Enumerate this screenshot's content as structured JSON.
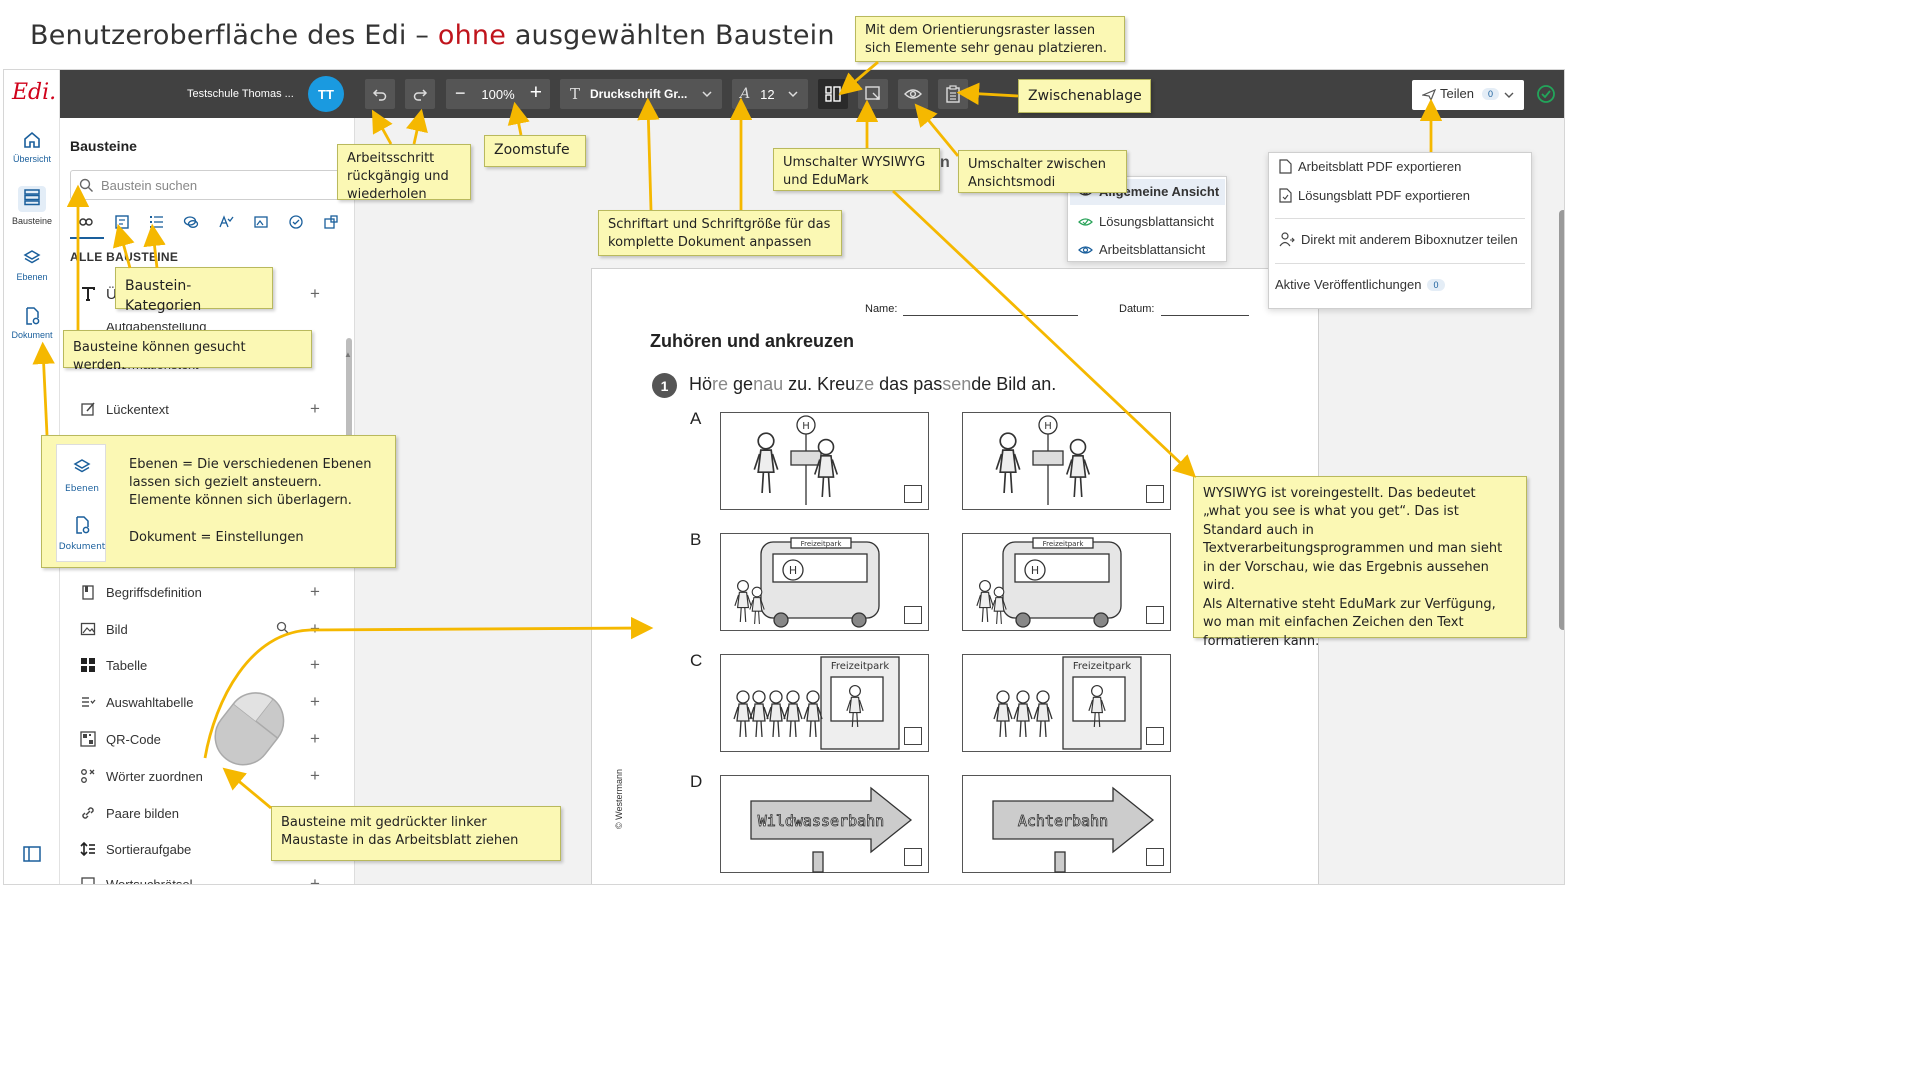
{
  "slide": {
    "title_prefix": "Benutzeroberfläche des Edi – ",
    "title_highlight": "ohne",
    "title_suffix": " ausgewählten Baustein"
  },
  "app": {
    "logo": "Edi.",
    "rail": [
      {
        "label": "Übersicht",
        "icon": "home-icon"
      },
      {
        "label": "Bausteine",
        "icon": "blocks-icon"
      },
      {
        "label": "Ebenen",
        "icon": "layers-icon"
      },
      {
        "label": "Dokument",
        "icon": "document-settings-icon"
      }
    ],
    "toolbar": {
      "school": "Testschule Thomas ...",
      "avatar": "TT",
      "zoom": "100%",
      "zoom_minus": "−",
      "zoom_plus": "+",
      "font": "Druckschrift Gr...",
      "font_size": "12",
      "share_label": "Teilen",
      "share_count": "0"
    },
    "colors": {
      "accent": "#1a5f9c",
      "avatar": "#1a9ae0",
      "toolbar": "#414141",
      "callout": "#fbf8b4",
      "arrow": "#f5b800",
      "ok": "#22a55a"
    }
  },
  "sidebar": {
    "title": "Bausteine",
    "search_placeholder": "Baustein suchen",
    "section_label": "ALLE BAUSTEINE",
    "blocks": [
      {
        "label": "Üb",
        "icon": "text-icon"
      },
      {
        "label": "Aufgabenstellung",
        "icon": "task-icon"
      },
      {
        "label": "Informationstext",
        "icon": "info-text-icon"
      },
      {
        "label": "Lückentext",
        "icon": "gap-text-icon"
      },
      {
        "label": "Begriffsdefinition",
        "icon": "definition-icon"
      },
      {
        "label": "Bild",
        "icon": "image-icon"
      },
      {
        "label": "Tabelle",
        "icon": "table-icon"
      },
      {
        "label": "Auswahltabelle",
        "icon": "choice-table-icon"
      },
      {
        "label": "QR-Code",
        "icon": "qr-code-icon"
      },
      {
        "label": "Wörter zuordnen",
        "icon": "match-words-icon"
      },
      {
        "label": "Paare bilden",
        "icon": "pairs-icon"
      },
      {
        "label": "Sortieraufgabe",
        "icon": "sort-icon"
      },
      {
        "label": "Wortsuchrätsel",
        "icon": "word-search-icon"
      }
    ],
    "plus": "+"
  },
  "view_menu": {
    "items": [
      "Allgemeine Ansicht",
      "Lösungsblattansicht",
      "Arbeitsblattansicht"
    ]
  },
  "share_menu": {
    "items": [
      "Arbeitsblatt PDF exportieren",
      "Lösungsblatt PDF exportieren",
      "Direkt mit anderem Biboxnutzer teilen",
      "Aktive Veröffentlichungen"
    ],
    "active_count": "0"
  },
  "worksheet": {
    "name_label": "Name:",
    "date_label": "Datum:",
    "heading": "Zuhören und ankreuzen",
    "task_number": "1",
    "task_parts": [
      {
        "t": "Hö",
        "g": false
      },
      {
        "t": "re",
        "g": true
      },
      {
        "t": " ge",
        "g": false
      },
      {
        "t": "nau",
        "g": true
      },
      {
        "t": " zu. Kreu",
        "g": false
      },
      {
        "t": "ze",
        "g": true
      },
      {
        "t": " das pas",
        "g": false
      },
      {
        "t": "sen",
        "g": true
      },
      {
        "t": "de Bild an.",
        "g": false
      }
    ],
    "rows": [
      "A",
      "B",
      "C",
      "D"
    ],
    "sign_a": "H",
    "bus_sign": "Freizeitpark",
    "shop_sign": "Freizeitpark",
    "arrow_left": "Wildwasserbahn",
    "arrow_right": "Achterbahn",
    "copyright": "© Westermann"
  },
  "callouts": {
    "raster": "Mit dem Orientierungsraster lassen sich Elemente sehr genau platzieren.",
    "zwischenablage": "Zwischenablage",
    "arbeitsschritt": "Arbeitsschritt rückgängig und wiederholen",
    "zoomstufe": "Zoomstufe",
    "wysiwyg_switch": "Umschalter WYSIWYG und EduMark",
    "ansicht_switch": "Umschalter zwischen Ansichtsmodi",
    "schrift": "Schriftart und Schriftgröße für das komplette Dokument anpassen",
    "kategorien": "Baustein-Kategorien",
    "suche": "Bausteine können gesucht werden.",
    "ebenen_label": "Ebenen",
    "dokument_label": "Dokument",
    "ebenen_text": "Ebenen = Die verschiedenen Ebenen lassen sich gezielt ansteuern. Elemente können sich überlagern.",
    "dokument_text": "Dokument = Einstellungen",
    "drag": "Bausteine mit gedrückter linker Maustaste in das Arbeitsblatt ziehen",
    "wysiwyg_text": "WYSIWYG ist voreingestellt. Das bedeutet „what you see is what you get“. Das ist Standard auch in Textverarbeitungsprogrammen und man sieht in der Vorschau, wie das Ergebnis aussehen wird.",
    "edumark_text": "Als Alternative steht EduMark zur Verfügung, wo man mit einfachen Zeichen den Text formatieren kann."
  },
  "hidden_fragment": "n"
}
